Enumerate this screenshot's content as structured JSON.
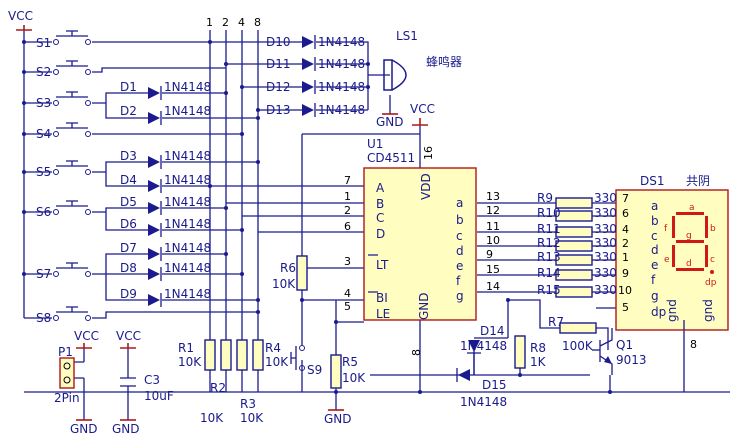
{
  "rails": {
    "vcc_top": "VCC",
    "vcc_ic": "VCC",
    "vcc_p1": "VCC",
    "vcc_c3": "VCC",
    "gnd_ls": "GND",
    "gnd_p1": "GND",
    "gnd_c3": "GND",
    "gnd_r5": "GND"
  },
  "switches": [
    "S1",
    "S2",
    "S3",
    "S4",
    "S5",
    "S6",
    "S7",
    "S8",
    "S9"
  ],
  "bus_numbers": [
    "1",
    "2",
    "4",
    "8"
  ],
  "diodes": [
    {
      "ref": "D1",
      "part": "1N4148"
    },
    {
      "ref": "D2",
      "part": "1N4148"
    },
    {
      "ref": "D3",
      "part": "1N4148"
    },
    {
      "ref": "D4",
      "part": "1N4148"
    },
    {
      "ref": "D5",
      "part": "1N4148"
    },
    {
      "ref": "D6",
      "part": "1N4148"
    },
    {
      "ref": "D7",
      "part": "1N4148"
    },
    {
      "ref": "D8",
      "part": "1N4148"
    },
    {
      "ref": "D9",
      "part": "1N4148"
    },
    {
      "ref": "D10",
      "part": "1N4148"
    },
    {
      "ref": "D11",
      "part": "1N4148"
    },
    {
      "ref": "D12",
      "part": "1N4148"
    },
    {
      "ref": "D13",
      "part": "1N4148"
    },
    {
      "ref": "D14",
      "part": "1N4148"
    },
    {
      "ref": "D15",
      "part": "1N4148"
    }
  ],
  "buzzer": {
    "ref": "LS1",
    "label": "蜂鸣器"
  },
  "ic": {
    "ref": "U1",
    "part": "CD4511",
    "vdd": "VDD",
    "gnd": "GND",
    "pin16": "16",
    "pin8": "8",
    "left_pins": [
      {
        "num": "7",
        "name": "A"
      },
      {
        "num": "1",
        "name": "B"
      },
      {
        "num": "2",
        "name": "C"
      },
      {
        "num": "6",
        "name": "D"
      },
      {
        "num": "3",
        "name": "LT"
      },
      {
        "num": "4",
        "name": "BI"
      },
      {
        "num": "5",
        "name": "LE"
      }
    ],
    "right_pins": [
      {
        "num": "13",
        "name": "a"
      },
      {
        "num": "12",
        "name": "b"
      },
      {
        "num": "11",
        "name": "c"
      },
      {
        "num": "10",
        "name": "d"
      },
      {
        "num": "9",
        "name": "e"
      },
      {
        "num": "15",
        "name": "f"
      },
      {
        "num": "14",
        "name": "g"
      }
    ]
  },
  "seg_resistors": [
    {
      "ref": "R9",
      "value": "330",
      "pin": "7"
    },
    {
      "ref": "R10",
      "value": "330",
      "pin": "6"
    },
    {
      "ref": "R11",
      "value": "330",
      "pin": "4"
    },
    {
      "ref": "R12",
      "value": "330",
      "pin": "2"
    },
    {
      "ref": "R13",
      "value": "330",
      "pin": "1"
    },
    {
      "ref": "R14",
      "value": "330",
      "pin": "9"
    },
    {
      "ref": "R15",
      "value": "330",
      "pin": "10"
    }
  ],
  "display": {
    "ref": "DS1",
    "type": "共阴",
    "pins": [
      "a",
      "b",
      "c",
      "d",
      "e",
      "f",
      "g",
      "dp"
    ],
    "dp_pin": "5",
    "gnd1": "gnd",
    "gnd2": "gnd",
    "com_pin": "8",
    "seg_labels": [
      "a",
      "b",
      "c",
      "d",
      "e",
      "f",
      "g",
      "dp"
    ]
  },
  "resistors": [
    {
      "ref": "R1",
      "value": "10K"
    },
    {
      "ref": "R2",
      "value": "10K"
    },
    {
      "ref": "R3",
      "value": "10K"
    },
    {
      "ref": "R4",
      "value": "10K"
    },
    {
      "ref": "R5",
      "value": "10K"
    },
    {
      "ref": "R6",
      "value": "10K"
    },
    {
      "ref": "R7",
      "value": "100K"
    },
    {
      "ref": "R8",
      "value": "1K"
    }
  ],
  "transistor": {
    "ref": "Q1",
    "part": "9013"
  },
  "connector": {
    "ref": "P1",
    "part": "2Pin"
  },
  "capacitor": {
    "ref": "C3",
    "value": "10uF"
  }
}
